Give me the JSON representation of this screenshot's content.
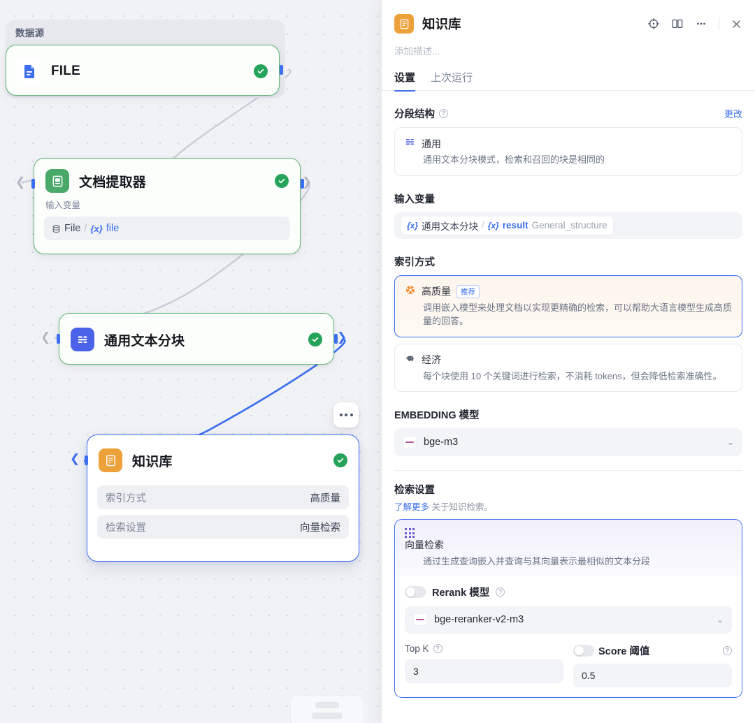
{
  "canvas": {
    "group": {
      "title": "数据源"
    },
    "nodes": [
      {
        "id": "file",
        "title": "FILE",
        "icon": "file-icon",
        "status": "success"
      },
      {
        "id": "doc-extractor",
        "title": "文档提取器",
        "icon": "document-extractor-icon",
        "status": "success",
        "sub_label": "输入变量",
        "variable": {
          "source": "File",
          "separator": "/",
          "prefix": "{x}",
          "name": "file"
        }
      },
      {
        "id": "text-chunk",
        "title": "通用文本分块",
        "icon": "text-chunk-icon",
        "status": "success"
      },
      {
        "id": "knowledge-base",
        "title": "知识库",
        "icon": "knowledge-base-icon",
        "status": "success",
        "rows": [
          {
            "key": "索引方式",
            "value": "高质量"
          },
          {
            "key": "检索设置",
            "value": "向量检索"
          }
        ]
      }
    ],
    "more_button": "..."
  },
  "panel": {
    "title": "知识库",
    "icon": "knowledge-base-icon",
    "actions": [
      {
        "name": "locate-node-icon",
        "label": "定位"
      },
      {
        "name": "docs-book-icon",
        "label": "帮助文档"
      },
      {
        "name": "more-options-icon",
        "label": "更多"
      },
      {
        "name": "close-icon",
        "label": "关闭"
      }
    ],
    "description_placeholder": "添加描述...",
    "tabs": [
      {
        "id": "settings",
        "label": "设置",
        "active": true
      },
      {
        "id": "last-run",
        "label": "上次运行",
        "active": false
      }
    ],
    "segment_structure": {
      "title": "分段结构",
      "change_link": "更改",
      "option": {
        "name": "通用",
        "desc": "通用文本分块模式，检索和召回的块是相同的",
        "icon": "general-chunk-icon"
      }
    },
    "input_variable": {
      "title": "输入变量",
      "chip": {
        "prefix": "{x}",
        "source": "通用文本分块",
        "separator": "/",
        "var_prefix": "{x}",
        "var_name": "result",
        "var_type": "General_structure"
      }
    },
    "index_method": {
      "title": "索引方式",
      "options": [
        {
          "id": "high-quality",
          "name": "高质量",
          "badge": "推荐",
          "desc": "调用嵌入模型来处理文档以实现更精确的检索，可以帮助大语言模型生成高质量的回答。",
          "icon": "high-quality-icon",
          "selected": true
        },
        {
          "id": "economy",
          "name": "经济",
          "badge": "",
          "desc": "每个块使用 10 个关键词进行检索，不消耗 tokens，但会降低检索准确性。",
          "icon": "piggy-bank-icon",
          "selected": false
        }
      ]
    },
    "embedding": {
      "title": "EMBEDDING 模型",
      "value": "bge-m3",
      "chevron": "⌄"
    },
    "retrieval": {
      "title": "检索设置",
      "note_link": "了解更多",
      "note_rest": " 关于知识检索。",
      "card": {
        "name": "向量检索",
        "desc": "通过生成查询嵌入并查询与其向量表示最相似的文本分段",
        "icon": "vector-retrieval-icon",
        "rerank": {
          "label": "Rerank 模型",
          "enabled": false,
          "model": "bge-reranker-v2-m3",
          "chevron": "⌄"
        },
        "top_k": {
          "label": "Top K",
          "value": "3"
        },
        "score_threshold": {
          "label": "Score 阈值",
          "value": "0.5",
          "enabled": false
        }
      }
    }
  },
  "colors": {
    "accent_blue": "#3b6ef0",
    "success_green": "#26a35a",
    "node_border_green": "#5cb774",
    "orange": "#eda13a",
    "purple": "#6f5bd6"
  }
}
